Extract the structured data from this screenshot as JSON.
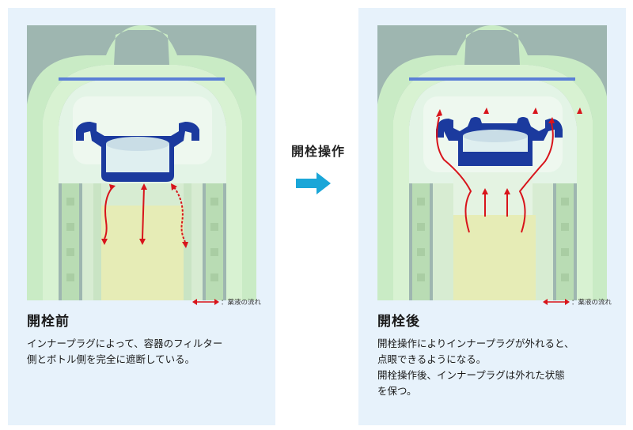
{
  "before": {
    "title": "開栓前",
    "legend": "：薬液の流れ",
    "lines": [
      "インナープラグによって、容器のフィルター",
      "側とボトル側を完全に遮断している。"
    ]
  },
  "middle": {
    "label": "開栓操作"
  },
  "after": {
    "title": "開栓後",
    "legend": "：薬液の流れ",
    "lines": [
      "開栓操作によりインナープラグが外れると、",
      "点眼できるようになる。",
      "開栓操作後、インナープラグは外れた状態",
      "を保つ。"
    ]
  },
  "colors": {
    "panel": "#e7f2fb",
    "housing": "#c5e8c2",
    "plug": "#1b3a9e",
    "flow": "#d8141b",
    "liquid": "#e6ecb6",
    "arrow": "#1aa6d8"
  }
}
